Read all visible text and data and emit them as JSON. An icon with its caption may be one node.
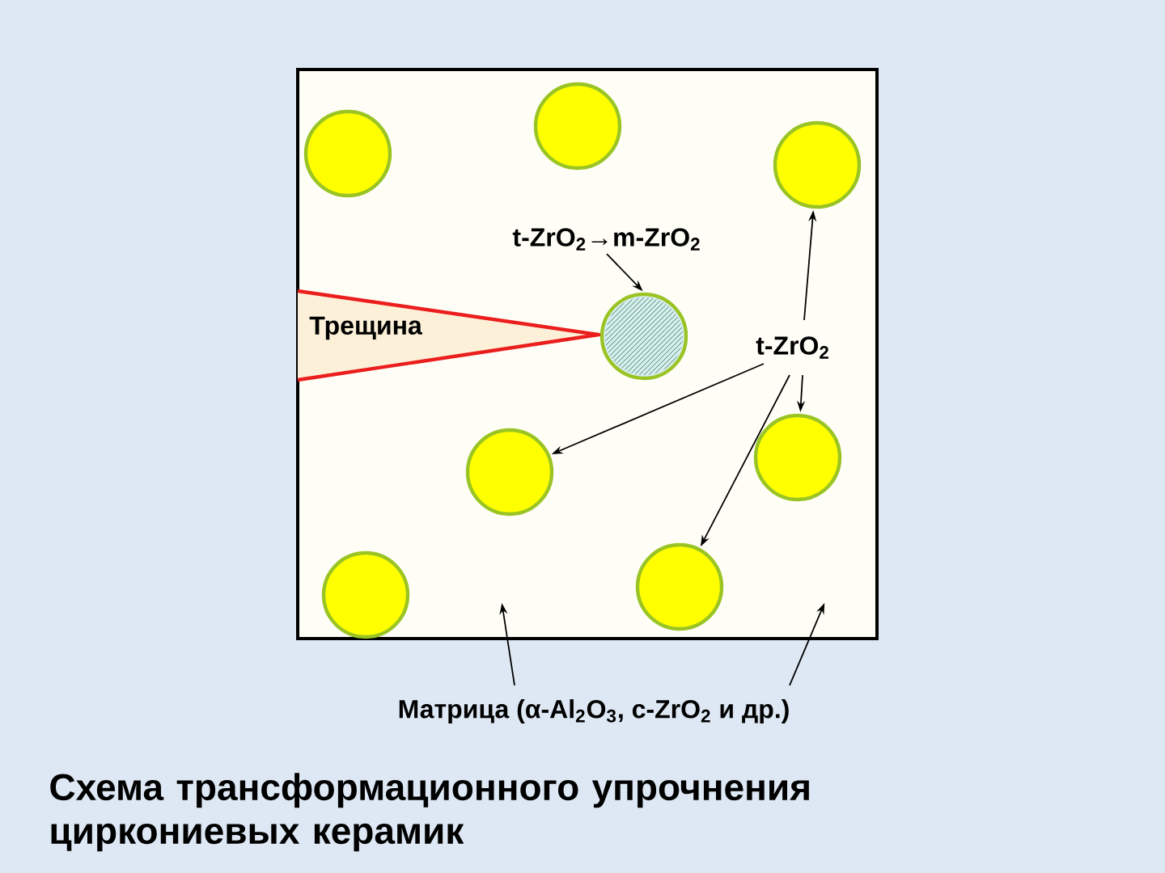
{
  "diagram": {
    "caption": "Схема трансформационного упрочнения циркониевых керамик",
    "nodes": [
      {
        "text": [],
        "shape": "box"
      },
      {
        "text": [],
        "shape": "circle",
        "in": 0
      },
      {
        "text": [],
        "shape": "circle",
        "in": 0
      },
      {
        "text": [],
        "shape": "circle",
        "in": 0
      },
      {
        "text": [
          "t-ZrO$_{2}$→m-ZrO$_{2}$"
        ],
        "in": 0
      },
      {
        "text": [
          "Трещина"
        ],
        "in": 0
      },
      {
        "text": [],
        "shape": "circle",
        "in": 0
      },
      {
        "text": [
          "t-ZrO$_{2}$"
        ],
        "in": 0
      },
      {
        "text": [],
        "shape": "circle",
        "in": 0
      },
      {
        "text": [],
        "shape": "circle",
        "in": 0
      },
      {
        "text": [],
        "shape": "circle",
        "in": 0
      },
      {
        "text": [],
        "shape": "circle",
        "in": 0
      },
      {
        "text": [
          "Матрица (α-Al$_{2}$O$_{3}$, c-ZrO$_{2}$ и др.)"
        ]
      }
    ],
    "edges": [
      {
        "from": 4,
        "to": 6,
        "arrow": "to"
      },
      {
        "from": 7,
        "to": 3,
        "arrow": "to"
      },
      {
        "from": 7,
        "to": 8,
        "arrow": "to"
      },
      {
        "from": 7,
        "to": 10,
        "arrow": "to"
      },
      {
        "from": 7,
        "to": 9,
        "arrow": "to"
      },
      {
        "from": 12,
        "to": 0,
        "arrow": "to"
      },
      {
        "from": 12,
        "to": 0,
        "arrow": "to"
      }
    ]
  }
}
